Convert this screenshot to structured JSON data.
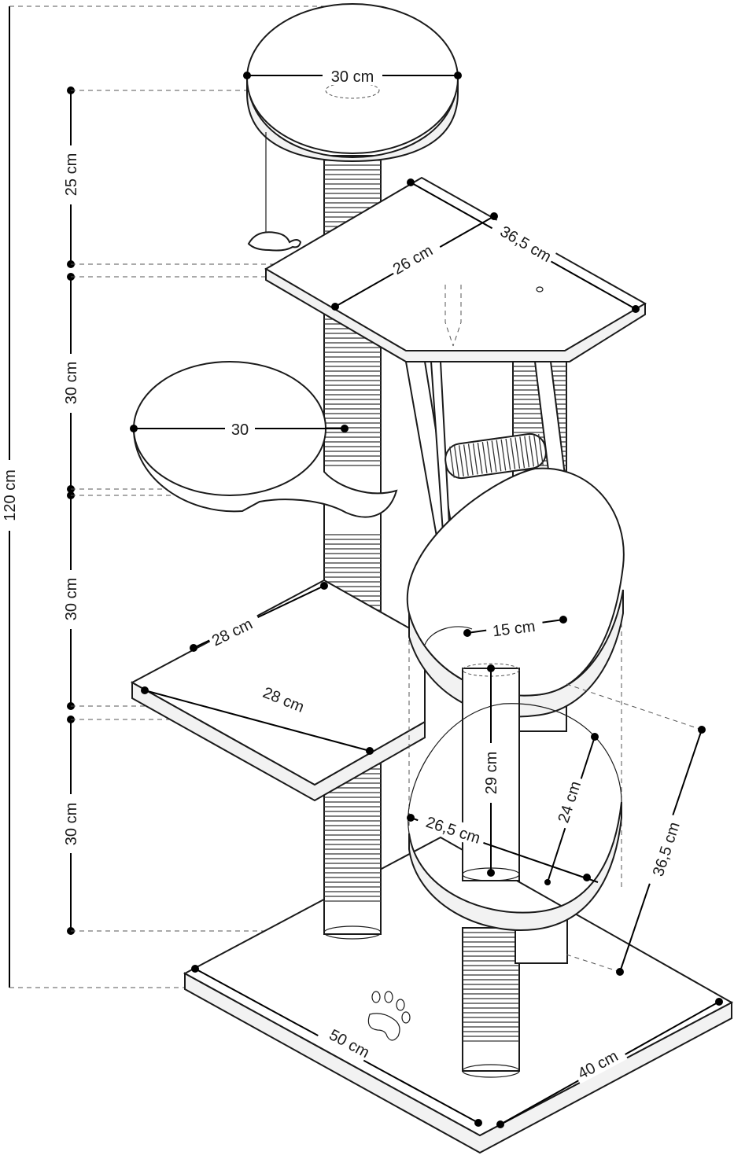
{
  "diagram": {
    "height_labels": {
      "total": "120 cm",
      "segment_1": "25 cm",
      "segment_2": "30 cm",
      "segment_3": "30 cm",
      "segment_4": "30 cm"
    },
    "top_platform_diameter": "30 cm",
    "upper_platform_depth": "26 cm",
    "upper_platform_width": "36,5 cm",
    "basket_diameter": "30",
    "ladder_width": "15 cm",
    "left_platform_width": "28 cm",
    "left_platform_depth": "28 cm",
    "tube_height": "29 cm",
    "lower_shelf_width": "26,5 cm",
    "lower_shelf_depth": "24 cm",
    "right_side_height": "36,5 cm",
    "base_width": "50 cm",
    "base_depth": "40 cm"
  }
}
